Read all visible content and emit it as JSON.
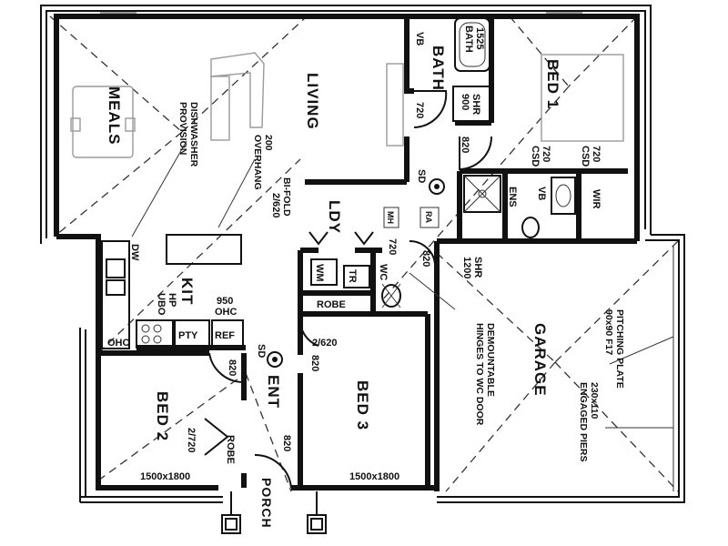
{
  "rooms": {
    "meals": "MEALS",
    "living": "LIVING",
    "bath": "BATH",
    "bed1": "BED 1",
    "kit": "KIT",
    "ldy": "LDY",
    "bed2": "BED 2",
    "bed3": "BED 3",
    "ent": "ENT",
    "garage": "GARAGE",
    "porch": "PORCH",
    "ens": "ENS",
    "wir": "WIR",
    "robe_bed2": "ROBE",
    "robe_hall": "ROBE",
    "pty": "PTY",
    "ref": "REF",
    "wm": "WM",
    "tr": "TR"
  },
  "fixtures": {
    "dw": "DW",
    "vb_bath": "VB",
    "vb_ens": "VB",
    "bath_tub": "BATH",
    "bath_size": "1525",
    "shr_bath_size": "900",
    "shr_bath": "SHR",
    "csd_a": "CSD",
    "csd_b": "CSD",
    "sd_top": "SD",
    "sd_ent": "SD",
    "mh": "MH",
    "ra": "RA",
    "ubo": "UBO",
    "hp": "HP",
    "ohc": "OHC",
    "ohc_950": "950",
    "ohc_label": "OHC",
    "wc": "WC",
    "shr_garage_size": "1200",
    "shr_garage": "SHR"
  },
  "dimensions": {
    "door_720_bath": "720",
    "door_820_bath": "820",
    "door_720_csd_a": "720",
    "door_720_csd_b": "720",
    "door_720_ldy": "720",
    "door_820_ldy": "820",
    "door_820_kit": "820",
    "door_820_hall": "820",
    "door_820_ent": "820",
    "bifold_2620": "2/620",
    "robe_2620": "2/620",
    "robe_2720": "2/720",
    "window_bed2": "1500x1800",
    "window_bed3": "1500x1800"
  },
  "notes": {
    "dishwasher_1": "DISHWASHER",
    "dishwasher_2": "PROVISION",
    "overhang_1": "200",
    "overhang_2": "OVERHANG",
    "bifold": "BI-FOLD",
    "demountable_1": "DEMOUNTABLE",
    "demountable_2": "HINGES TO WC DOOR",
    "pitching_1": "PITCHING PLATE",
    "pitching_2": "90x90 F17",
    "piers_1": "230x110",
    "piers_2": "ENGAGED PIERS"
  }
}
